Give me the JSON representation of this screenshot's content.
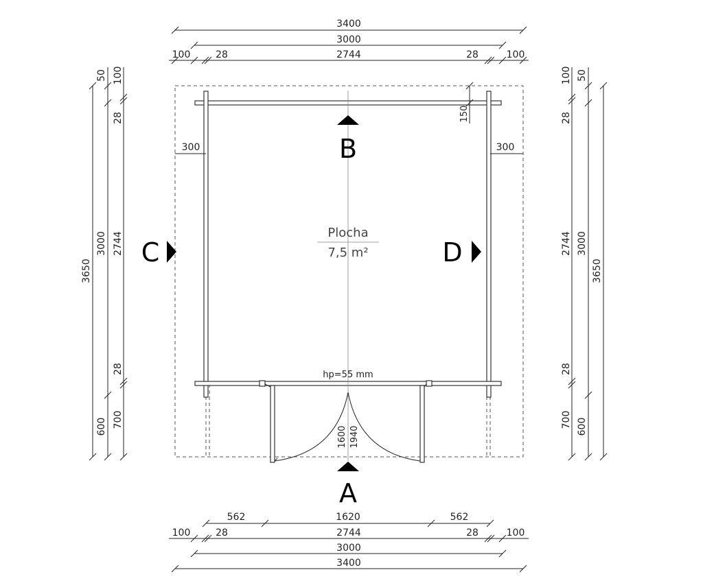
{
  "plan": {
    "area_label": "Plocha",
    "area_value": "7,5 m²",
    "hp_label": "hp=55 mm",
    "section_a": "A",
    "section_b": "B",
    "section_c": "C",
    "section_d": "D",
    "door_inner": "1600",
    "door_outer": "1940"
  },
  "top_dims": {
    "total_outer": "3400",
    "total_inner": "3000",
    "overhang_left": "100",
    "wall_left": "28",
    "interior": "2744",
    "wall_right": "28",
    "overhang_right": "100"
  },
  "bottom_dims": {
    "side_left": "562",
    "door": "1620",
    "side_right": "562",
    "overhang_left": "100",
    "wall_left": "28",
    "interior": "2744",
    "wall_right": "28",
    "overhang_right": "100",
    "total_inner": "3000",
    "total_outer": "3400"
  },
  "left_dims": {
    "top_50": "50",
    "top_100": "100",
    "wall_top": "28",
    "interior": "2744",
    "wall_bottom": "28",
    "total_3000": "3000",
    "total_3650": "3650",
    "porch_600": "600",
    "porch_700": "700"
  },
  "right_dims": {
    "top_100": "100",
    "top_50": "50",
    "wall_top": "28",
    "interior": "2744",
    "wall_bottom": "28",
    "total_3000": "3000",
    "total_3650": "3650",
    "porch_700": "700",
    "porch_600": "600"
  },
  "inner_dims": {
    "left_300": "300",
    "right_300": "300",
    "beam_150": "150"
  }
}
